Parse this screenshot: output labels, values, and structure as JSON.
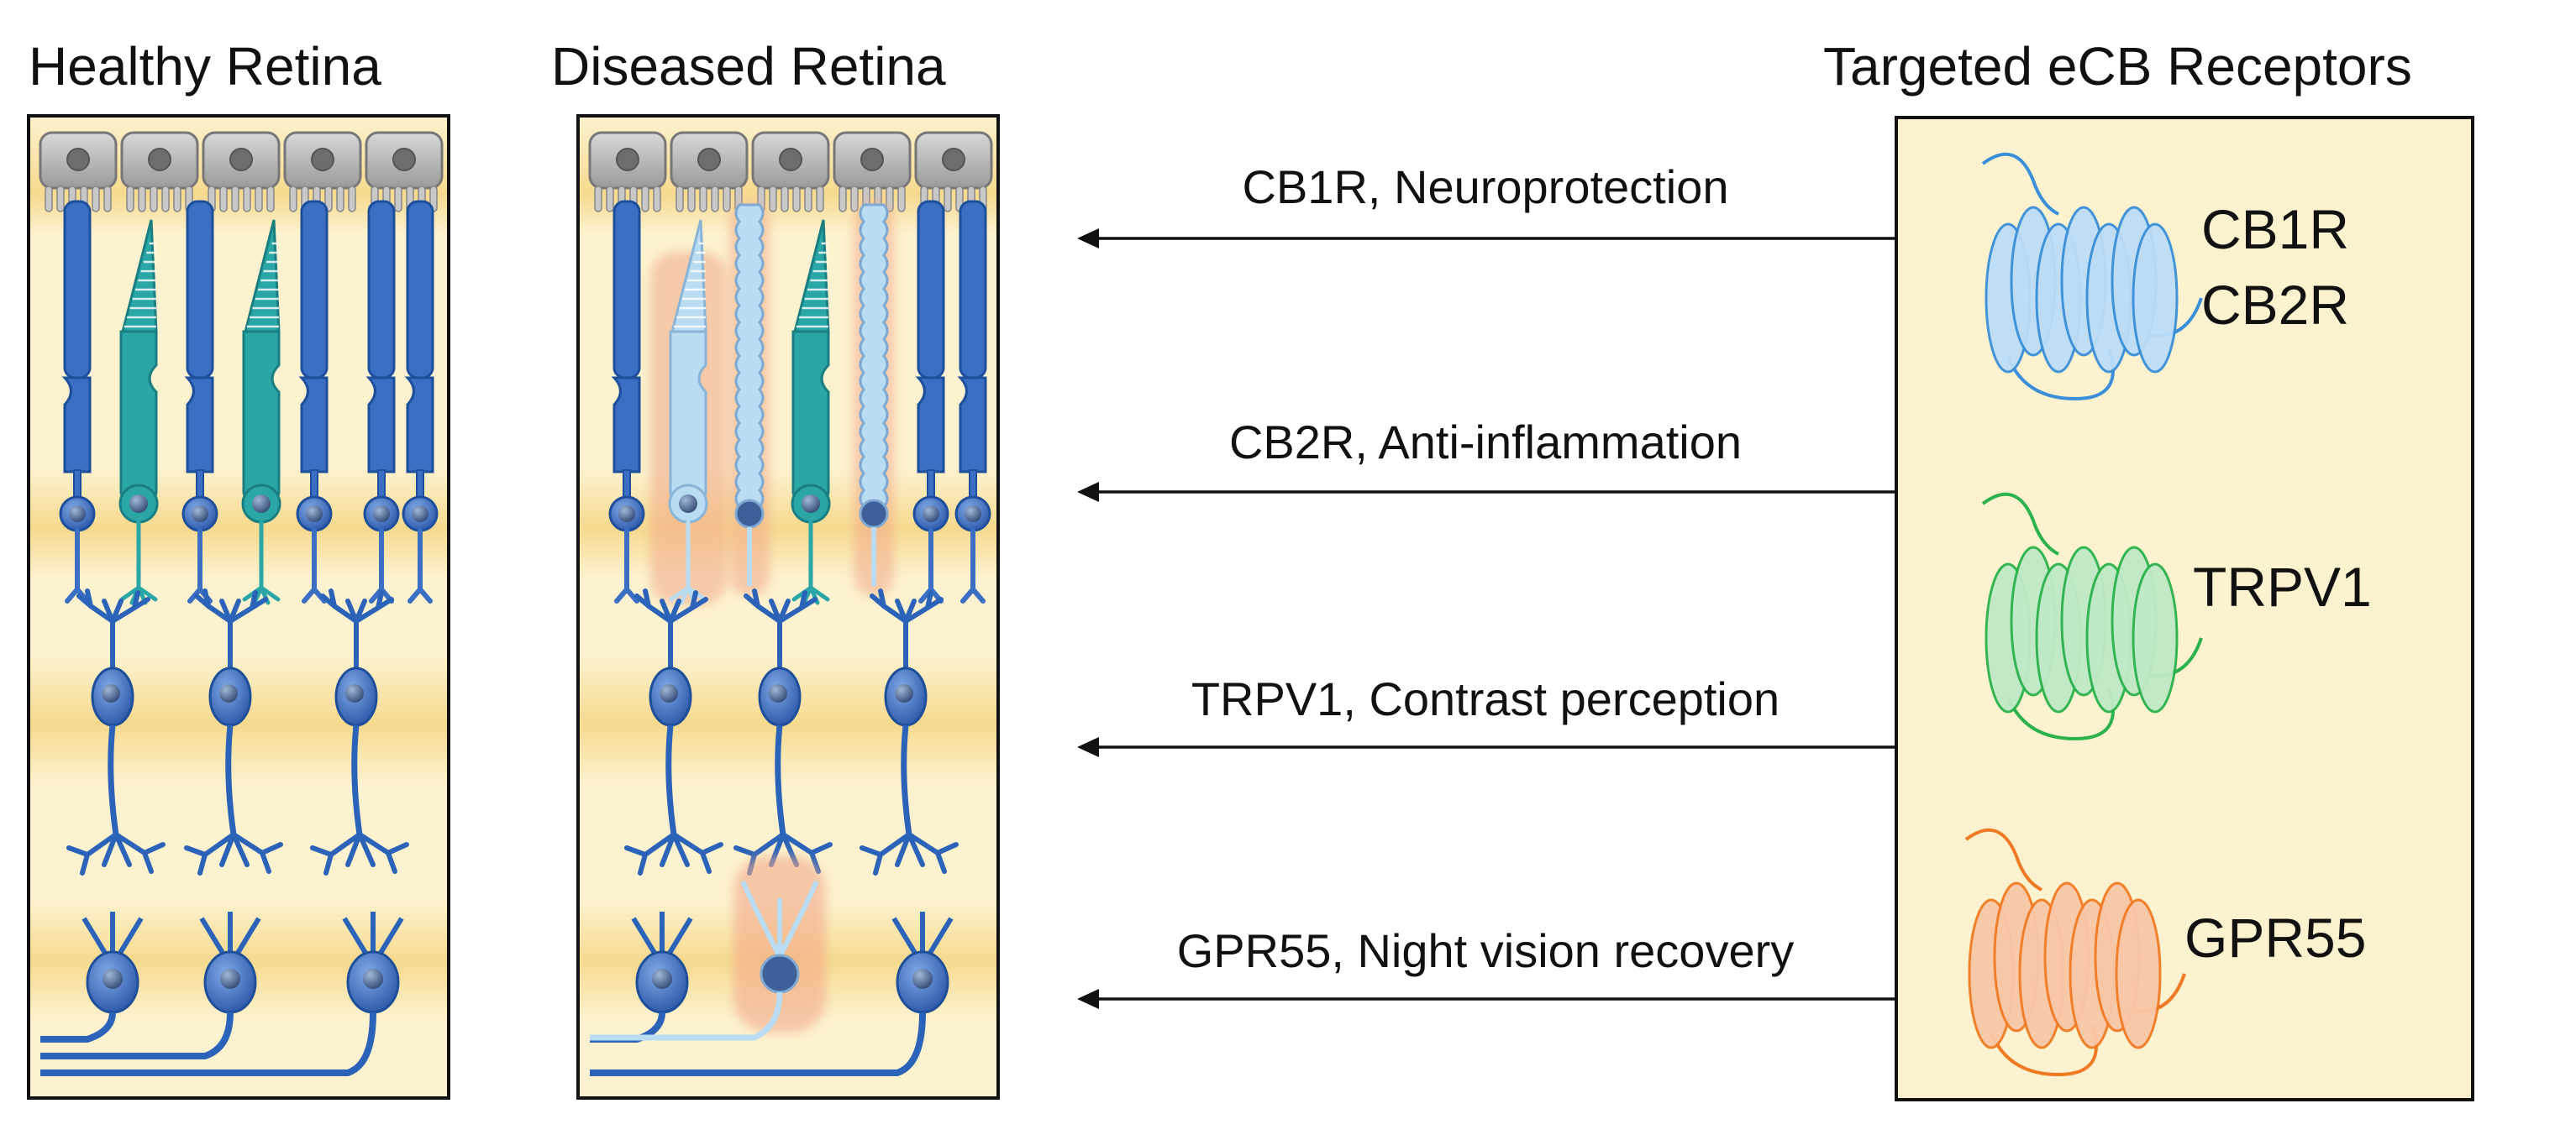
{
  "panels": {
    "healthy": {
      "title": "Healthy Retina"
    },
    "diseased": {
      "title": "Diseased Retina"
    },
    "receptors": {
      "title": "Targeted eCB Receptors",
      "items": [
        {
          "labels": [
            "CB1R",
            "CB2R"
          ],
          "color": "#3a8fd8",
          "fill": "#bcdcf6"
        },
        {
          "labels": [
            "TRPV1"
          ],
          "color": "#2bb24c",
          "fill": "#bfe9c6"
        },
        {
          "labels": [
            "GPR55"
          ],
          "color": "#f07a24",
          "fill": "#f8c7a8"
        }
      ]
    }
  },
  "arrows": [
    {
      "label": "CB1R, Neuroprotection"
    },
    {
      "label": "CB2R, Anti-inflammation"
    },
    {
      "label": "TRPV1, Contrast perception"
    },
    {
      "label": "GPR55, Night vision recovery"
    }
  ],
  "colors": {
    "panel_bg": "#fdf2cf",
    "band": "#f6d98e",
    "rod": "#3a6fc4",
    "rod_dark": "#1e4f9a",
    "cone": "#2aa6a6",
    "neuron": "#2a63b8",
    "degenerate": "#b9dcf2",
    "degenerate_glow": "#f1a98a",
    "rpe": "#b4b4b4"
  }
}
